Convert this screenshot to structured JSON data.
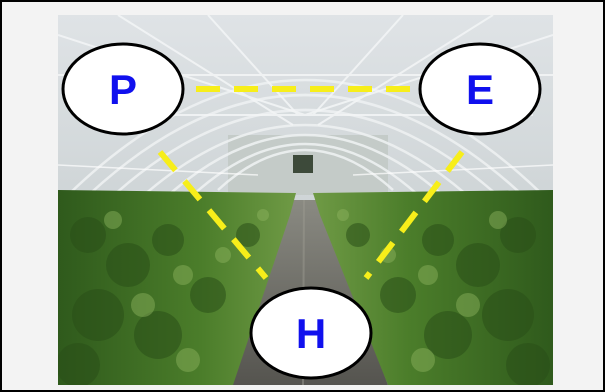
{
  "diagram": {
    "nodes": [
      {
        "id": "P",
        "label": "P"
      },
      {
        "id": "E",
        "label": "E"
      },
      {
        "id": "H",
        "label": "H"
      }
    ],
    "edges": [
      {
        "from": "P",
        "to": "E",
        "style": "dashed"
      },
      {
        "from": "P",
        "to": "H",
        "style": "dashed"
      },
      {
        "from": "E",
        "to": "H",
        "style": "dashed"
      }
    ],
    "colors": {
      "node_fill": "#ffffff",
      "node_stroke": "#000000",
      "label": "#1010ee",
      "edge": "#f7ee1a"
    }
  },
  "background_photo": {
    "subject": "greenhouse-tomato-rows"
  }
}
